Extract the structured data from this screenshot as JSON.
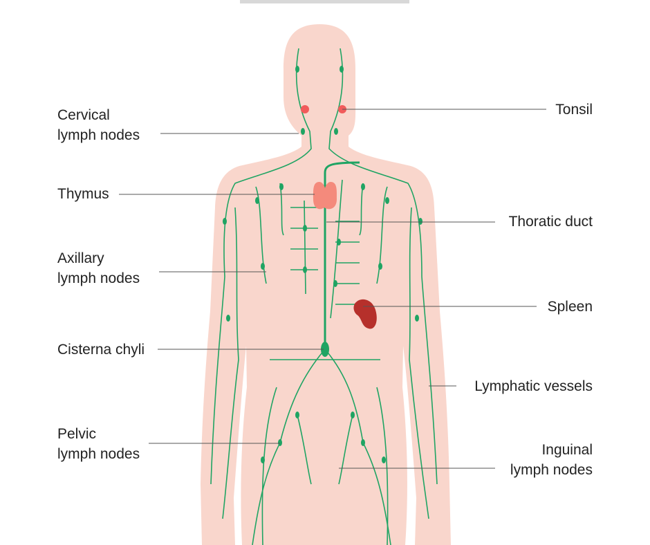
{
  "colors": {
    "skin": "#f9d6cc",
    "vessel": "#1fa463",
    "thymus": "#f48a7c",
    "spleen": "#b6302b",
    "tonsil": "#f15b5b",
    "leader": "#555555"
  },
  "labels": {
    "cervical": [
      "Cervical",
      "lymph nodes"
    ],
    "thymus": "Thymus",
    "axillary": [
      "Axillary",
      "lymph nodes"
    ],
    "cisterna": "Cisterna chyli",
    "pelvic": [
      "Pelvic",
      "lymph nodes"
    ],
    "tonsil": "Tonsil",
    "thoratic": "Thoratic duct",
    "spleen": "Spleen",
    "vessels": "Lymphatic vessels",
    "inguinal": [
      "Inguinal",
      "lymph nodes"
    ]
  }
}
